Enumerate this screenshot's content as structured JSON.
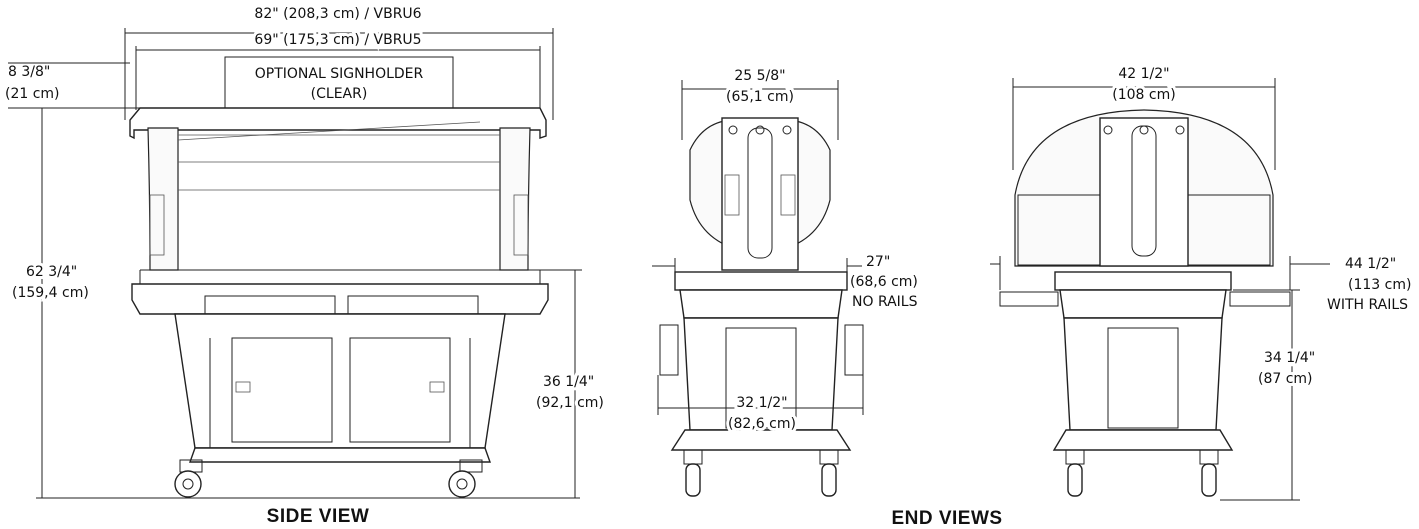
{
  "side_view": {
    "title": "SIDE VIEW",
    "length_vbru6": "82\" (208,3 cm) / VBRU6",
    "length_vbru5": "69\" (175,3 cm)  / VBRU5",
    "signholder_height_in": "8  3/8\"",
    "signholder_height_cm": "(21 cm)",
    "signholder_label_line1": "OPTIONAL SIGNHOLDER",
    "signholder_label_line2": "(CLEAR)",
    "total_height_in": "62  3/4\"",
    "total_height_cm": "(159,4 cm)",
    "counter_height_in": "36  1/4\"",
    "counter_height_cm": "(92,1 cm)"
  },
  "end_views": {
    "title": "END VIEWS",
    "view1": {
      "top_width_in": "25  5/8\"",
      "top_width_cm": "(65,1 cm)",
      "width_in": "27\"",
      "width_cm": "(68,6 cm)",
      "width_note": "NO RAILS",
      "base_width_in": "32  1/2\"",
      "base_width_cm": "(82,6 cm)"
    },
    "view2": {
      "top_width_in": "42  1/2\"",
      "top_width_cm": "(108 cm)",
      "width_in": "44  1/2\"",
      "width_cm": "(113 cm)",
      "width_note": "WITH RAILS",
      "height_in": "34  1/4\"",
      "height_cm": "(87 cm)"
    }
  }
}
